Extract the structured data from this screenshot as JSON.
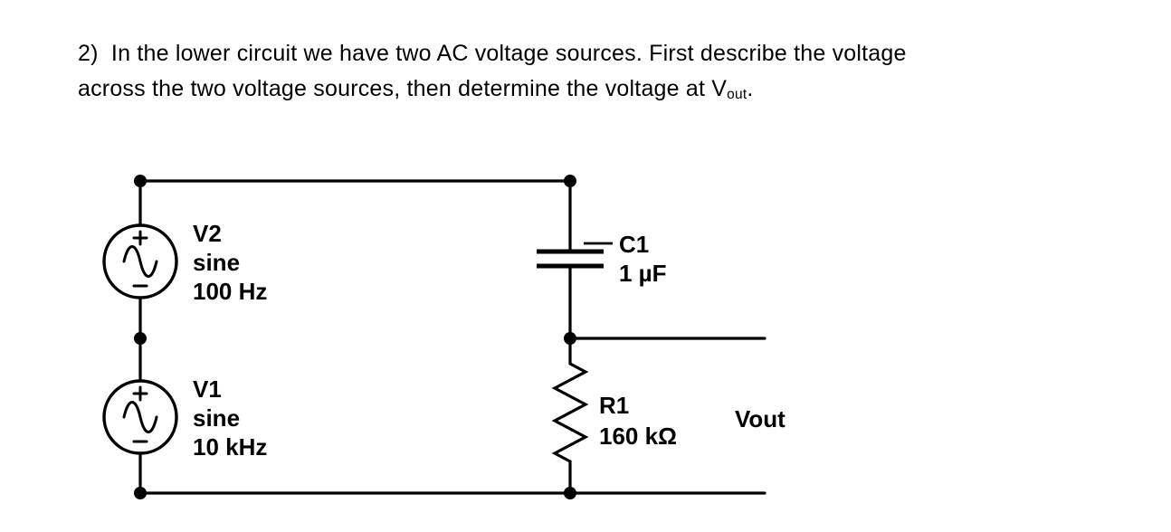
{
  "title": {
    "line1": "2)  In the lower circuit we have two AC voltage sources. First describe the voltage",
    "line2_prefix": "across the two voltage sources, then determine the voltage at V",
    "line2_subscript": "out",
    "line2_suffix": "."
  },
  "circuit": {
    "sources": [
      {
        "name": "V2",
        "waveform": "sine",
        "frequency": "100 Hz"
      },
      {
        "name": "V1",
        "waveform": "sine",
        "frequency": "10 kHz"
      }
    ],
    "capacitor": {
      "name": "C1",
      "value": "1 µF"
    },
    "resistor": {
      "name": "R1",
      "value": "160 kΩ"
    },
    "output_label": "Vout",
    "line_color": "#000000"
  }
}
